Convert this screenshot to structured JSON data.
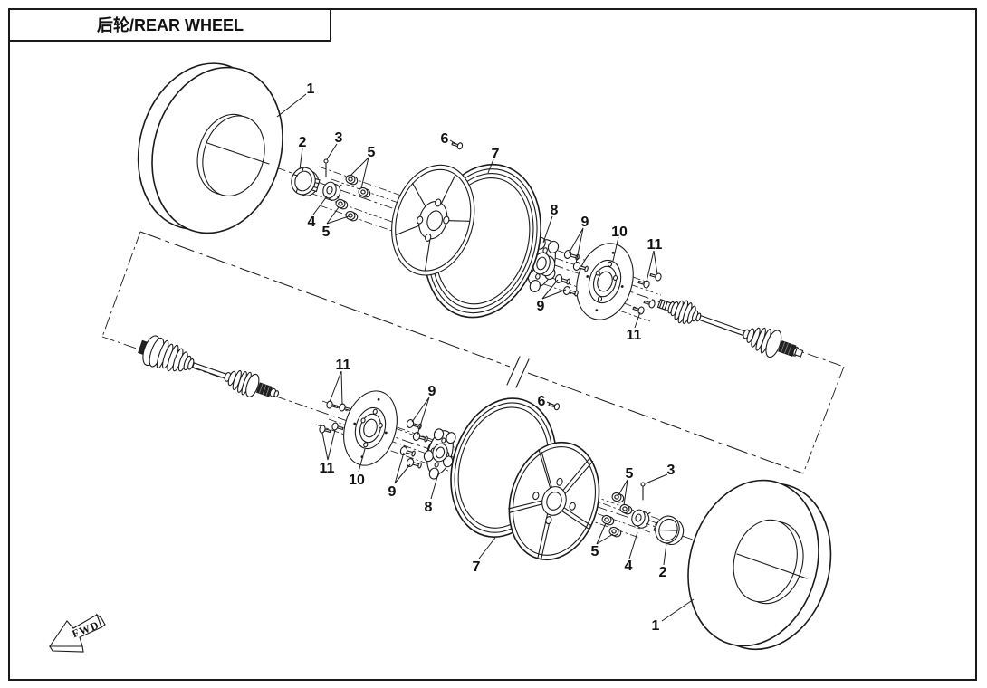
{
  "header": {
    "title": "后轮/REAR WHEEL"
  },
  "fwd": {
    "label": "FWD"
  },
  "callouts": [
    {
      "label": "1"
    },
    {
      "label": "2"
    },
    {
      "label": "3"
    },
    {
      "label": "5"
    },
    {
      "label": "4"
    },
    {
      "label": "5"
    },
    {
      "label": "6"
    },
    {
      "label": "7"
    },
    {
      "label": "8"
    },
    {
      "label": "9"
    },
    {
      "label": "10"
    },
    {
      "label": "11"
    },
    {
      "label": "9"
    },
    {
      "label": "11"
    },
    {
      "label": "11"
    },
    {
      "label": "9"
    },
    {
      "label": "6"
    },
    {
      "label": "11"
    },
    {
      "label": "10"
    },
    {
      "label": "9"
    },
    {
      "label": "8"
    },
    {
      "label": "7"
    },
    {
      "label": "5"
    },
    {
      "label": "3"
    },
    {
      "label": "5"
    },
    {
      "label": "4"
    },
    {
      "label": "2"
    },
    {
      "label": "1"
    }
  ]
}
